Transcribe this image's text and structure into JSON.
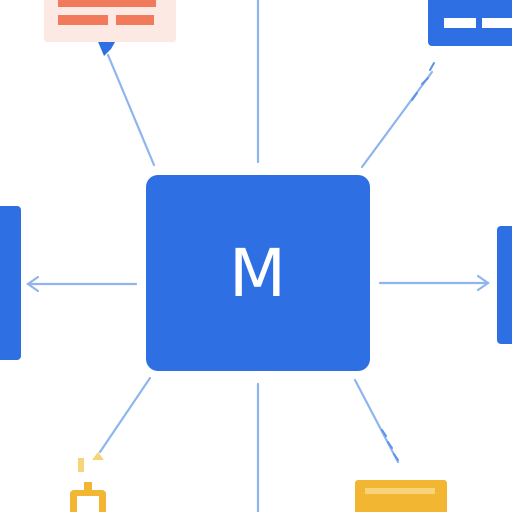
{
  "hub": {
    "letter": "M",
    "color": "#2f6fe4"
  },
  "colors": {
    "connector": "#8fb5ef",
    "connector_strong": "#5b93e8",
    "red_card_fill": "#fde9e4",
    "red_card_bar": "#f07a5a",
    "blue_card": "#2f6fe4",
    "blue_card_bar": "#ffffff",
    "side_bar": "#2f6fe4",
    "yellow_card": "#f2b632",
    "yellow_card_light": "#f7d47a",
    "pin_blue": "#2f6fe4",
    "pin_yellow": "#f2b632"
  },
  "nodes": [
    {
      "id": "red-card",
      "icon": "document-lines-icon"
    },
    {
      "id": "blue-card",
      "icon": "window-icon"
    },
    {
      "id": "left-bar",
      "icon": "panel-icon"
    },
    {
      "id": "right-bar",
      "icon": "panel-icon"
    },
    {
      "id": "yellow-card",
      "icon": "folder-icon"
    },
    {
      "id": "yellow-pin",
      "icon": "lock-icon"
    }
  ]
}
